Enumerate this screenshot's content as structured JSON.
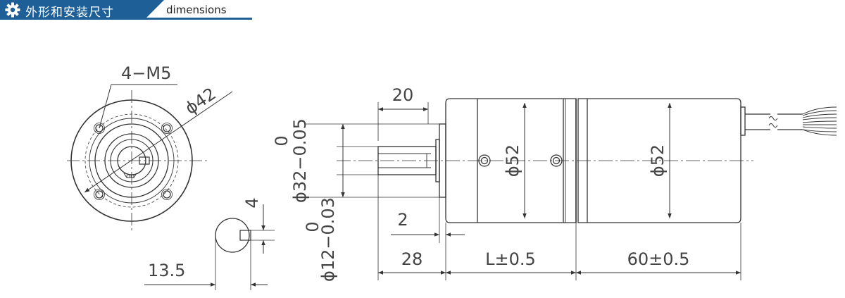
{
  "header": {
    "title": "外形和安装尺寸",
    "subtitle": "dimensions",
    "accent_color": "#1d5f96",
    "icon": "gear-icon"
  },
  "drawing": {
    "front_view": {
      "screw_label": "4−M5",
      "bolt_circle_label": "ϕ42"
    },
    "shaft_detail": {
      "key_width_label": "4",
      "shaft_flat_label": "13.5"
    },
    "side_view": {
      "shaft_length_label": "20",
      "pilot_diameter_label": "ϕ32−0.05",
      "pilot_upper_tol": "0",
      "shaft_diameter_label": "ϕ12−0.03",
      "shaft_upper_tol": "0",
      "flange_thickness_label": "2",
      "gearbox_diameter_label": "ϕ52",
      "motor_diameter_label": "ϕ52",
      "front_length_label": "28",
      "gearbox_length_label": "L±0.5",
      "motor_length_label": "60±0.5"
    }
  }
}
